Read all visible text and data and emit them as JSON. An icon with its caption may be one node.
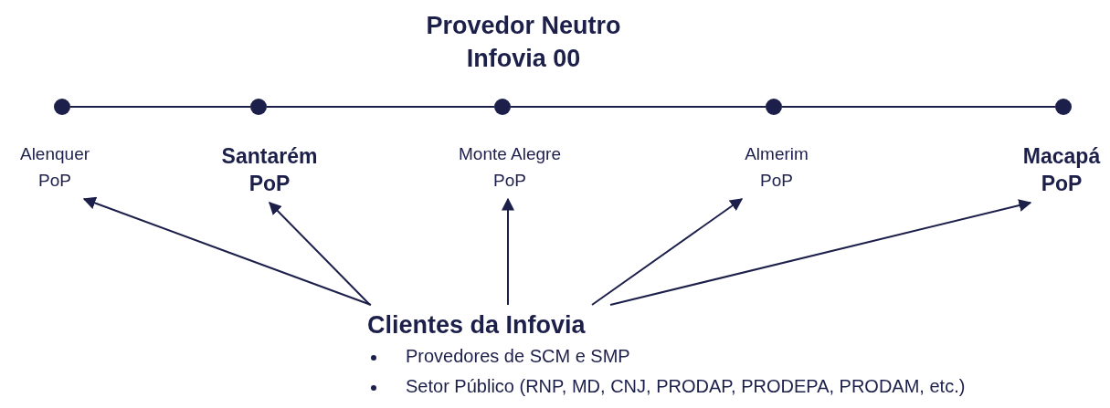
{
  "diagram": {
    "title": "Provedor Neutro Infovia 00",
    "nodes": [
      {
        "text": [],
        "shape": "circle"
      },
      {
        "text": [],
        "shape": "circle"
      },
      {
        "text": [],
        "shape": "circle"
      },
      {
        "text": [],
        "shape": "circle"
      },
      {
        "text": [],
        "shape": "circle"
      },
      {
        "text": [
          "Alenquer PoP"
        ]
      },
      {
        "text": [
          "Santarém PoP"
        ]
      },
      {
        "text": [
          "Monte Alegre PoP"
        ]
      },
      {
        "text": [
          "Almerim PoP"
        ]
      },
      {
        "text": [
          "Macapá PoP"
        ]
      },
      {
        "text": [
          "Clientes da Infovia",
          "Provedores de SCM e SMP",
          "Setor Público (RNP, MD, CNJ, PRODAP, PRODEPA, PRODAM, etc.)"
        ]
      }
    ],
    "edges": [
      {
        "from": 0,
        "to": 1,
        "arrow": "none"
      },
      {
        "from": 1,
        "to": 2,
        "arrow": "none"
      },
      {
        "from": 2,
        "to": 3,
        "arrow": "none"
      },
      {
        "from": 3,
        "to": 4,
        "arrow": "none"
      },
      {
        "from": 10,
        "to": 5,
        "arrow": "to"
      },
      {
        "from": 10,
        "to": 6,
        "arrow": "to"
      },
      {
        "from": 10,
        "to": 7,
        "arrow": "to"
      },
      {
        "from": 10,
        "to": 8,
        "arrow": "to"
      },
      {
        "from": 10,
        "to": 9,
        "arrow": "to"
      }
    ]
  }
}
